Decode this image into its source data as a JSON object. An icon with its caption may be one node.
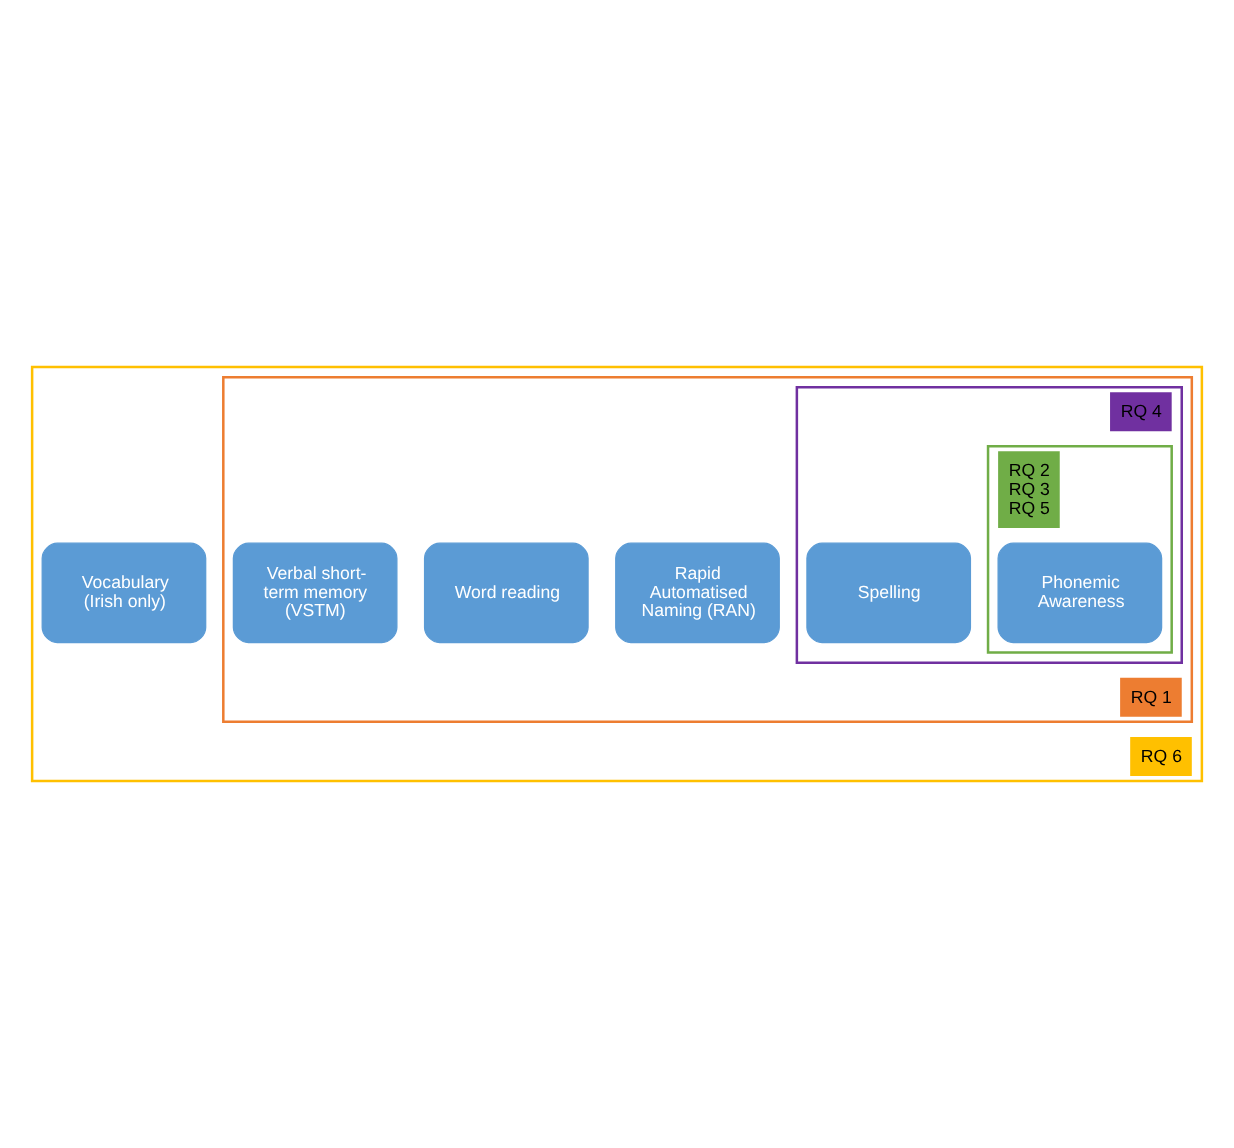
{
  "diagram": {
    "nodes": [
      {
        "text": [
          "RQ 6"
        ]
      },
      {
        "text": [
          "RQ 1"
        ],
        "in": 0
      },
      {
        "text": [
          "RQ 4"
        ],
        "in": 1
      },
      {
        "text": [
          "RQ 2 RQ 3 RQ 5"
        ],
        "in": 2
      },
      {
        "text": [
          "Phonemic Awareness"
        ],
        "in": 3
      },
      {
        "text": [
          "Spelling"
        ],
        "in": 2
      },
      {
        "text": [
          "Rapid Automatised Naming (RAN)"
        ],
        "in": 1
      },
      {
        "text": [
          "Word reading"
        ],
        "in": 1
      },
      {
        "text": [
          "Verbal short-term memory (VSTM)"
        ],
        "in": 1
      },
      {
        "text": [
          "Vocabulary (Irish only)"
        ],
        "in": 0
      }
    ],
    "edges": []
  }
}
